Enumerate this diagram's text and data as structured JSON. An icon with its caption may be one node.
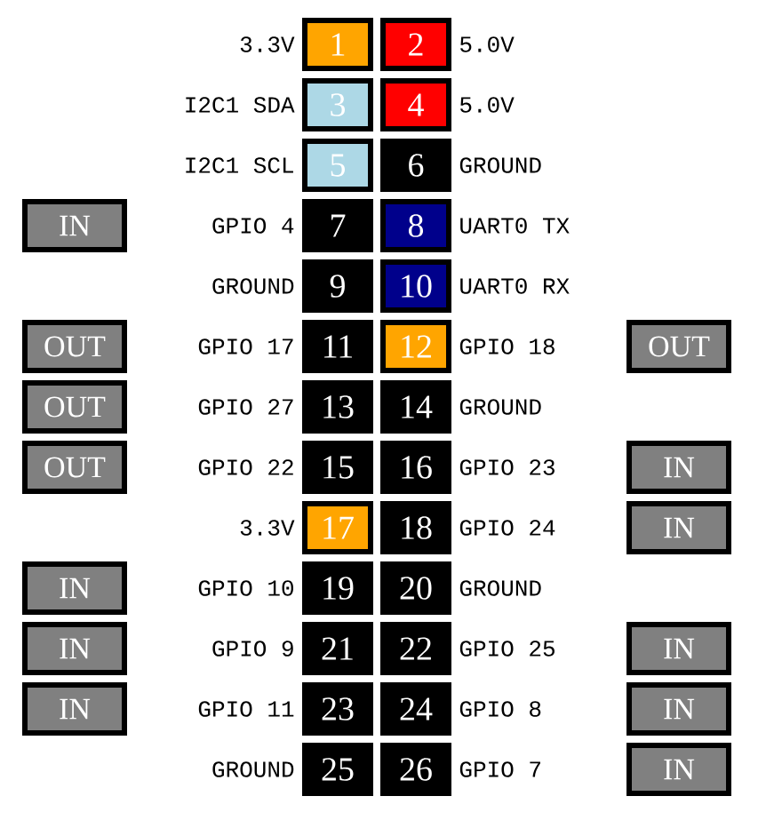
{
  "diagram": {
    "nodes": [
      {
        "text": [
          "1"
        ],
        "beside": [
          "3.3V"
        ]
      },
      {
        "text": [
          "2"
        ],
        "beside": [
          "5.0V"
        ]
      },
      {
        "text": [
          "3"
        ],
        "beside": [
          "I2C1 SDA"
        ]
      },
      {
        "text": [
          "4"
        ],
        "beside": [
          "5.0V"
        ]
      },
      {
        "text": [
          "5"
        ],
        "beside": [
          "I2C1 SCL"
        ]
      },
      {
        "text": [
          "6"
        ],
        "beside": [
          "GROUND"
        ]
      },
      {
        "text": [
          "IN"
        ]
      },
      {
        "text": [
          "7"
        ],
        "beside": [
          "GPIO 4"
        ]
      },
      {
        "text": [
          "8"
        ],
        "beside": [
          "UART0 TX"
        ]
      },
      {
        "text": [
          "9"
        ],
        "beside": [
          "GROUND"
        ]
      },
      {
        "text": [
          "10"
        ],
        "beside": [
          "UART0 RX"
        ]
      },
      {
        "text": [
          "OUT"
        ]
      },
      {
        "text": [
          "11"
        ],
        "beside": [
          "GPIO 17"
        ]
      },
      {
        "text": [
          "12"
        ],
        "beside": [
          "GPIO 18"
        ]
      },
      {
        "text": [
          "OUT"
        ]
      },
      {
        "text": [
          "OUT"
        ]
      },
      {
        "text": [
          "13"
        ],
        "beside": [
          "GPIO 27"
        ]
      },
      {
        "text": [
          "14"
        ],
        "beside": [
          "GROUND"
        ]
      },
      {
        "text": [
          "OUT"
        ]
      },
      {
        "text": [
          "15"
        ],
        "beside": [
          "GPIO 22"
        ]
      },
      {
        "text": [
          "16"
        ],
        "beside": [
          "GPIO 23"
        ]
      },
      {
        "text": [
          "IN"
        ]
      },
      {
        "text": [
          "17"
        ],
        "beside": [
          "3.3V"
        ]
      },
      {
        "text": [
          "18"
        ],
        "beside": [
          "GPIO 24"
        ]
      },
      {
        "text": [
          "IN"
        ]
      },
      {
        "text": [
          "IN"
        ]
      },
      {
        "text": [
          "19"
        ],
        "beside": [
          "GPIO 10"
        ]
      },
      {
        "text": [
          "20"
        ],
        "beside": [
          "GROUND"
        ]
      },
      {
        "text": [
          "IN"
        ]
      },
      {
        "text": [
          "21"
        ],
        "beside": [
          "GPIO 9"
        ]
      },
      {
        "text": [
          "22"
        ],
        "beside": [
          "GPIO 25"
        ]
      },
      {
        "text": [
          "IN"
        ]
      },
      {
        "text": [
          "IN"
        ]
      },
      {
        "text": [
          "23"
        ],
        "beside": [
          "GPIO 11"
        ]
      },
      {
        "text": [
          "24"
        ],
        "beside": [
          "GPIO 8"
        ]
      },
      {
        "text": [
          "IN"
        ]
      },
      {
        "text": [
          "25"
        ],
        "beside": [
          "GROUND"
        ]
      },
      {
        "text": [
          "26"
        ],
        "beside": [
          "GPIO 7"
        ]
      },
      {
        "text": [
          "IN"
        ]
      }
    ]
  }
}
